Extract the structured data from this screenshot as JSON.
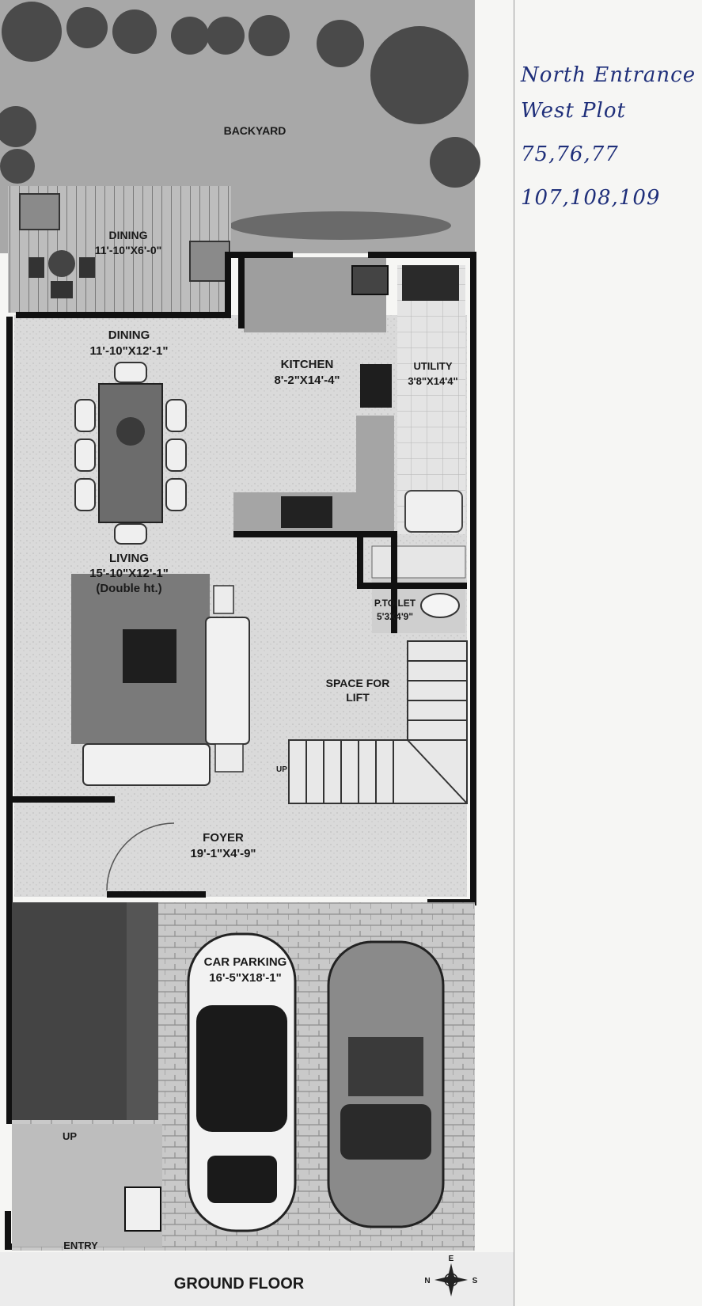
{
  "rooms": {
    "backyard": "BACKYARD",
    "dining_outdoor": {
      "name": "DINING",
      "size": "11'-10\"X6'-0\""
    },
    "dining": {
      "name": "DINING",
      "size": "11'-10\"X12'-1\""
    },
    "kitchen": {
      "name": "KITCHEN",
      "size": "8'-2\"X14'-4\""
    },
    "utility": {
      "name": "UTILITY",
      "size": "3'8\"X14'4\""
    },
    "living": {
      "name": "LIVING",
      "size": "15'-10\"X12'-1\"",
      "note": "(Double ht.)"
    },
    "toilet": {
      "name": "P.TOILET",
      "size": "5'3X4'9\""
    },
    "lift": {
      "line1": "SPACE FOR",
      "line2": "LIFT"
    },
    "foyer": {
      "name": "FOYER",
      "size": "19'-1\"X4'-9\""
    },
    "parking": {
      "name": "CAR PARKING",
      "size": "16'-5\"X18'-1\""
    }
  },
  "markers": {
    "stair_up": "UP",
    "ramp_up": "UP",
    "entry": "ENTRY"
  },
  "floor_title": "GROUND FLOOR",
  "compass": {
    "e": "E",
    "n": "N",
    "s": "S"
  },
  "notes": {
    "line1": "North Entrance",
    "line2": "West Plot",
    "line3": "75,76,77",
    "line4": "107,108,109"
  },
  "colors": {
    "wall": "#111111",
    "grass": "#9a9a9a",
    "floor": "#dedede",
    "ink": "#1f2f7a"
  }
}
